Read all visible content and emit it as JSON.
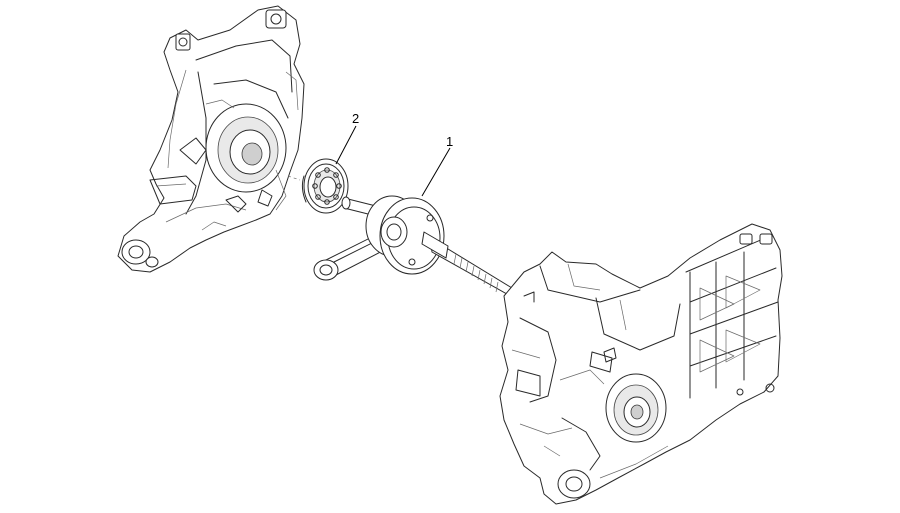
{
  "callouts": [
    {
      "id": "1",
      "label": "1"
    },
    {
      "id": "2",
      "label": "2"
    }
  ],
  "colors": {
    "line": "#2a2a2a",
    "background": "#ffffff"
  }
}
